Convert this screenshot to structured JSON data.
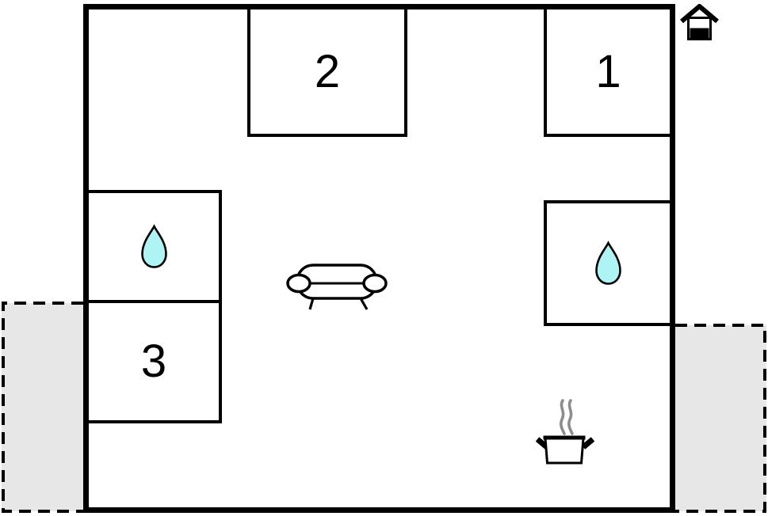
{
  "plan": {
    "rooms": [
      {
        "key": "room-1",
        "label": "1"
      },
      {
        "key": "room-2",
        "label": "2"
      },
      {
        "key": "room-3",
        "label": "3"
      }
    ],
    "features": {
      "bathroom_left_icon": "water-drop",
      "bathroom_right_icon": "water-drop",
      "living_area_icon": "sofa",
      "kitchen_icon": "cooking-pot-with-steam",
      "entrance_marker_icon": "house",
      "terrace_left": "dashed-outdoor-area",
      "terrace_right": "dashed-outdoor-area"
    },
    "colors": {
      "wall": "#000000",
      "water_drop_fill": "#aef4f4",
      "terrace_fill": "#e7e7e7",
      "steam": "#8c8c8c"
    }
  }
}
